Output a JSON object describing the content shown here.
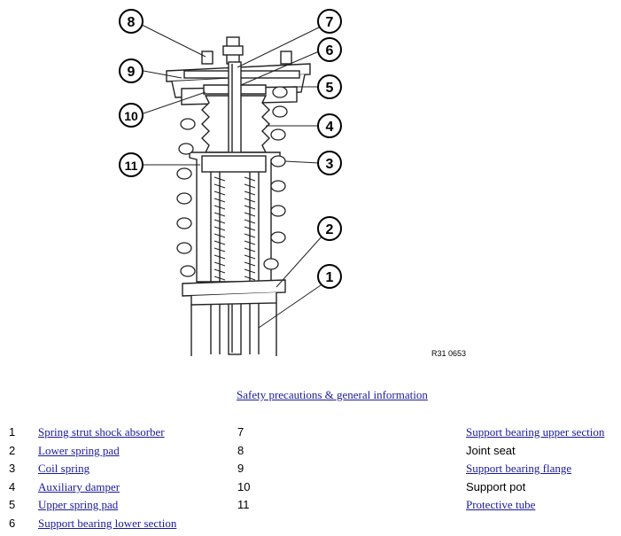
{
  "diagram": {
    "callouts": [
      "1",
      "2",
      "3",
      "4",
      "5",
      "6",
      "7",
      "8",
      "9",
      "10",
      "11"
    ],
    "ref_code": "R31 0653"
  },
  "safety_link": "Safety precautions & general information",
  "parts_left": [
    {
      "num": "1",
      "label": "Spring strut shock absorber",
      "link": true
    },
    {
      "num": "2",
      "label": "Lower spring pad",
      "link": true
    },
    {
      "num": "3",
      "label": "Coil spring",
      "link": true
    },
    {
      "num": "4",
      "label": "Auxiliary damper",
      "link": true
    },
    {
      "num": "5",
      "label": "Upper spring pad",
      "link": true
    },
    {
      "num": "6",
      "label": "Support bearing lower section",
      "link": true
    }
  ],
  "parts_right": [
    {
      "num": "7",
      "label": "Support bearing upper section",
      "link": true
    },
    {
      "num": "8",
      "label": "Joint seat",
      "link": false
    },
    {
      "num": "9",
      "label": "Support bearing flange",
      "link": true
    },
    {
      "num": "10",
      "label": "Support pot",
      "link": false
    },
    {
      "num": "11",
      "label": "Protective tube",
      "link": true
    }
  ]
}
